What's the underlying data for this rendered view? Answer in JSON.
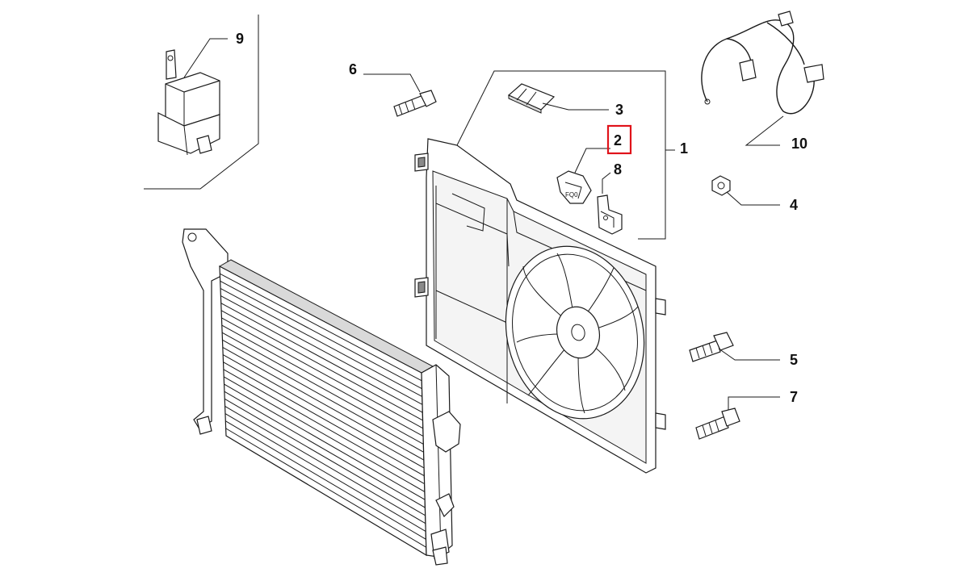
{
  "diagram": {
    "callouts": [
      {
        "id": "1",
        "label": "1"
      },
      {
        "id": "2",
        "label": "2",
        "highlighted": true
      },
      {
        "id": "3",
        "label": "3"
      },
      {
        "id": "4",
        "label": "4"
      },
      {
        "id": "5",
        "label": "5"
      },
      {
        "id": "6",
        "label": "6"
      },
      {
        "id": "7",
        "label": "7"
      },
      {
        "id": "8",
        "label": "8"
      },
      {
        "id": "9",
        "label": "9"
      },
      {
        "id": "10",
        "label": "10"
      }
    ],
    "highlight_color": "#e0131a",
    "line_color": "#1a1a1a"
  }
}
